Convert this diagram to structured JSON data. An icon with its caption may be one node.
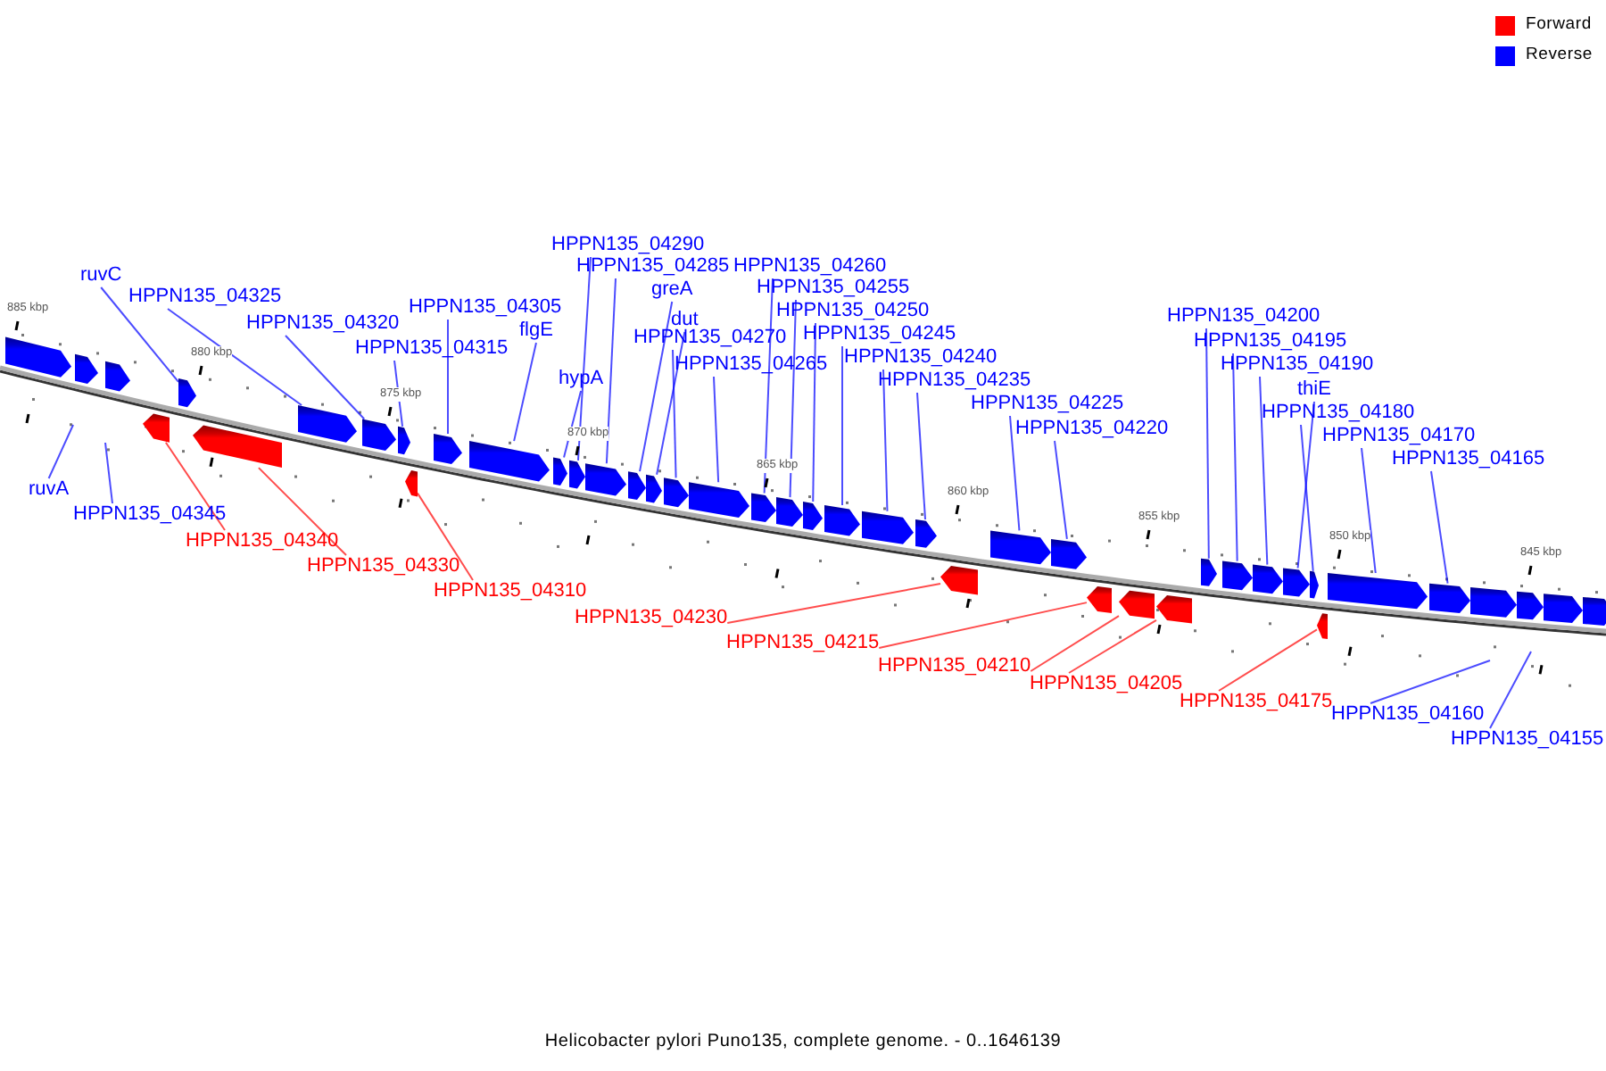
{
  "diagram": {
    "caption": "Helicobacter pylori Puno135, complete genome. - 0..1646139",
    "nodes": [
      {
        "text": [],
        "shape": "bar"
      },
      {
        "text": [],
        "shape": "bar"
      },
      {
        "text": [],
        "shape": "bar"
      },
      {
        "text": [],
        "shape": "bar"
      },
      {
        "text": [],
        "shape": "bar"
      },
      {
        "text": [],
        "shape": "bar"
      },
      {
        "text": [],
        "shape": "bar"
      },
      {
        "text": [],
        "shape": "bar"
      },
      {
        "text": [],
        "shape": "bar"
      },
      {
        "text": [],
        "shape": "bar"
      },
      {
        "text": [],
        "shape": "bar"
      },
      {
        "text": [],
        "shape": "bar"
      },
      {
        "text": [],
        "shape": "bar"
      },
      {
        "text": [],
        "shape": "bar"
      },
      {
        "text": [],
        "shape": "bar"
      },
      {
        "text": [],
        "shape": "bar"
      },
      {
        "text": [],
        "shape": "bar"
      },
      {
        "text": [],
        "shape": "bar"
      },
      {
        "text": [],
        "shape": "bar"
      },
      {
        "text": [],
        "shape": "bar"
      },
      {
        "text": [],
        "shape": "bar"
      },
      {
        "text": [],
        "shape": "bar"
      },
      {
        "text": [],
        "shape": "bar"
      },
      {
        "text": [],
        "shape": "bar"
      },
      {
        "text": [],
        "shape": "bar"
      },
      {
        "text": [],
        "shape": "bar"
      },
      {
        "text": [],
        "shape": "bar"
      },
      {
        "text": [],
        "shape": "bar"
      },
      {
        "text": [],
        "shape": "bar"
      },
      {
        "text": [],
        "shape": "bar"
      },
      {
        "text": [],
        "shape": "bar"
      },
      {
        "text": [],
        "shape": "bar"
      },
      {
        "text": [],
        "shape": "bar"
      },
      {
        "text": [],
        "shape": "bar"
      },
      {
        "text": [],
        "shape": "bar"
      },
      {
        "text": [],
        "shape": "bar"
      },
      {
        "text": [],
        "shape": "bar"
      },
      {
        "text": [],
        "shape": "bar"
      },
      {
        "text": [],
        "shape": "bar"
      },
      {
        "text": [],
        "shape": "bar"
      },
      {
        "text": [],
        "shape": "bar"
      },
      {
        "text": [],
        "shape": "bar"
      },
      {
        "text": [],
        "shape": "bar"
      },
      {
        "text": [
          "ruvC"
        ]
      },
      {
        "text": [
          "HPPN135_04325"
        ]
      },
      {
        "text": [
          "HPPN135_04320"
        ]
      },
      {
        "text": [
          "HPPN135_04315"
        ]
      },
      {
        "text": [
          "HPPN135_04305"
        ]
      },
      {
        "text": [
          "flgE"
        ]
      },
      {
        "text": [
          "hypA"
        ]
      },
      {
        "text": [
          "HPPN135_04290"
        ]
      },
      {
        "text": [
          "HPPN135_04285"
        ]
      },
      {
        "text": [
          "greA"
        ]
      },
      {
        "text": [
          "dut"
        ]
      },
      {
        "text": [
          "HPPN135_04270"
        ]
      },
      {
        "text": [
          "HPPN135_04265"
        ]
      },
      {
        "text": [
          "HPPN135_04260"
        ]
      },
      {
        "text": [
          "HPPN135_04255"
        ]
      },
      {
        "text": [
          "HPPN135_04250"
        ]
      },
      {
        "text": [
          "HPPN135_04245"
        ]
      },
      {
        "text": [
          "HPPN135_04240"
        ]
      },
      {
        "text": [
          "HPPN135_04235"
        ]
      },
      {
        "text": [
          "HPPN135_04225"
        ]
      },
      {
        "text": [
          "HPPN135_04220"
        ]
      },
      {
        "text": [
          "HPPN135_04200"
        ]
      },
      {
        "text": [
          "HPPN135_04195"
        ]
      },
      {
        "text": [
          "HPPN135_04190"
        ]
      },
      {
        "text": [
          "thiE"
        ]
      },
      {
        "text": [
          "HPPN135_04180"
        ]
      },
      {
        "text": [
          "HPPN135_04170"
        ]
      },
      {
        "text": [
          "HPPN135_04165"
        ]
      },
      {
        "text": [
          "ruvA"
        ]
      },
      {
        "text": [
          "HPPN135_04345"
        ]
      },
      {
        "text": [
          "HPPN135_04160"
        ]
      },
      {
        "text": [
          "HPPN135_04155"
        ]
      },
      {
        "text": [
          "HPPN135_04340"
        ]
      },
      {
        "text": [
          "HPPN135_04330"
        ]
      },
      {
        "text": [
          "HPPN135_04310"
        ]
      },
      {
        "text": [
          "HPPN135_04230"
        ]
      },
      {
        "text": [
          "HPPN135_04215"
        ]
      },
      {
        "text": [
          "HPPN135_04210"
        ]
      },
      {
        "text": [
          "HPPN135_04205"
        ]
      },
      {
        "text": [
          "HPPN135_04175"
        ]
      }
    ],
    "edges": [
      {
        "from": 43,
        "to": 4,
        "arrow": "none"
      },
      {
        "from": 44,
        "to": 6,
        "arrow": "none"
      },
      {
        "from": 45,
        "to": 7,
        "arrow": "none"
      },
      {
        "from": 46,
        "to": 8,
        "arrow": "none"
      },
      {
        "from": 47,
        "to": 10,
        "arrow": "none"
      },
      {
        "from": 48,
        "to": 11,
        "arrow": "none"
      },
      {
        "from": 49,
        "to": 12,
        "arrow": "none"
      },
      {
        "from": 50,
        "to": 13,
        "arrow": "none"
      },
      {
        "from": 51,
        "to": 14,
        "arrow": "none"
      },
      {
        "from": 52,
        "to": 15,
        "arrow": "none"
      },
      {
        "from": 53,
        "to": 16,
        "arrow": "none"
      },
      {
        "from": 54,
        "to": 17,
        "arrow": "none"
      },
      {
        "from": 55,
        "to": 18,
        "arrow": "none"
      },
      {
        "from": 56,
        "to": 19,
        "arrow": "none"
      },
      {
        "from": 57,
        "to": 20,
        "arrow": "none"
      },
      {
        "from": 58,
        "to": 21,
        "arrow": "none"
      },
      {
        "from": 59,
        "to": 22,
        "arrow": "none"
      },
      {
        "from": 60,
        "to": 23,
        "arrow": "none"
      },
      {
        "from": 61,
        "to": 24,
        "arrow": "none"
      },
      {
        "from": 62,
        "to": 26,
        "arrow": "none"
      },
      {
        "from": 63,
        "to": 27,
        "arrow": "none"
      },
      {
        "from": 64,
        "to": 31,
        "arrow": "none"
      },
      {
        "from": 65,
        "to": 32,
        "arrow": "none"
      },
      {
        "from": 66,
        "to": 33,
        "arrow": "none"
      },
      {
        "from": 67,
        "to": 34,
        "arrow": "none"
      },
      {
        "from": 68,
        "to": 35,
        "arrow": "none"
      },
      {
        "from": 69,
        "to": 37,
        "arrow": "none"
      },
      {
        "from": 70,
        "to": 38,
        "arrow": "none"
      },
      {
        "from": 71,
        "to": null,
        "arrow": "none"
      },
      {
        "from": 72,
        "to": null,
        "arrow": "none"
      },
      {
        "from": 73,
        "to": null,
        "arrow": "none"
      },
      {
        "from": 74,
        "to": null,
        "arrow": "none"
      },
      {
        "from": 75,
        "to": 3,
        "arrow": "none",
        "color": "#ff0000"
      },
      {
        "from": 76,
        "to": 5,
        "arrow": "none",
        "color": "#ff0000"
      },
      {
        "from": 77,
        "to": 9,
        "arrow": "none",
        "color": "#ff0000"
      },
      {
        "from": 78,
        "to": 25,
        "arrow": "none",
        "color": "#ff0000"
      },
      {
        "from": 79,
        "to": 28,
        "arrow": "none",
        "color": "#ff0000"
      },
      {
        "from": 80,
        "to": 29,
        "arrow": "none",
        "color": "#ff0000"
      },
      {
        "from": 81,
        "to": 30,
        "arrow": "none",
        "color": "#ff0000"
      },
      {
        "from": 82,
        "to": 36,
        "arrow": "none",
        "color": "#ff0000"
      }
    ],
    "labels": [
      "885 kbp",
      "880 kbp",
      "875 kbp",
      "870 kbp",
      "865 kbp",
      "860 kbp",
      "855 kbp",
      "850 kbp",
      "845 kbp"
    ],
    "legend": [
      {
        "text": "Forward",
        "color": "#ff0000"
      },
      {
        "text": "Reverse",
        "color": "#0000ff"
      }
    ]
  }
}
